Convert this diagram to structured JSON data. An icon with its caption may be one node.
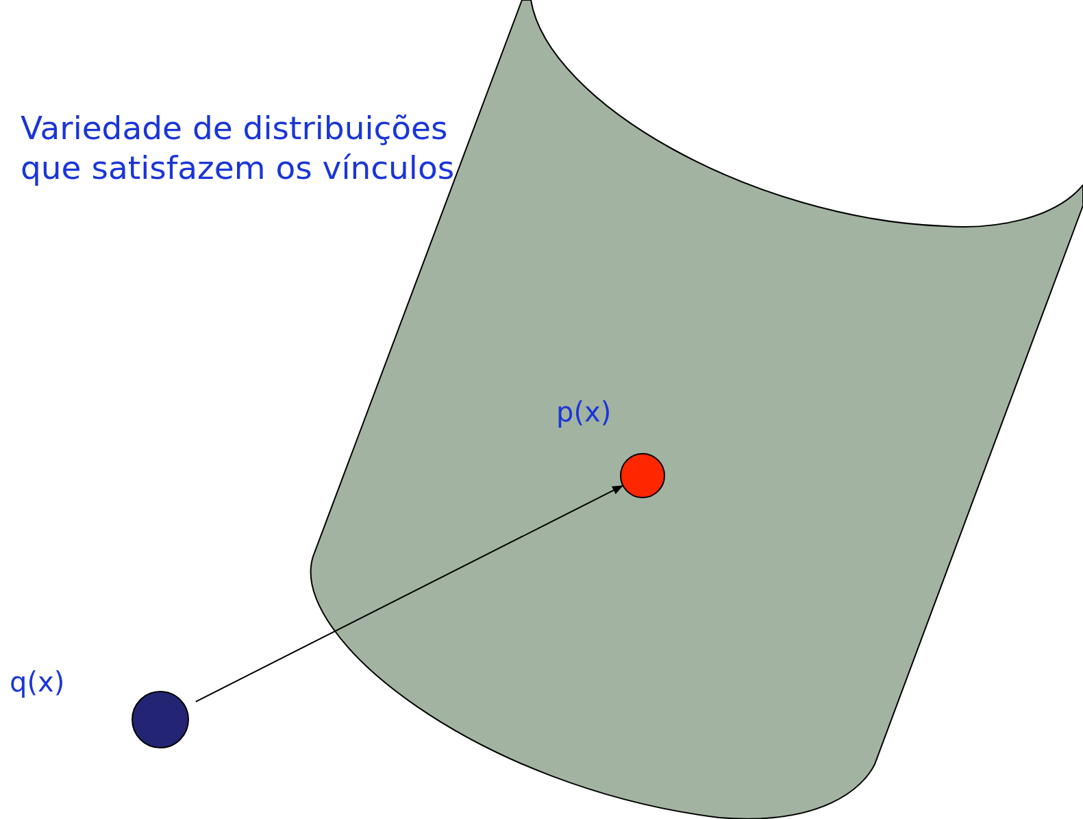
{
  "diagram": {
    "nodes": [
      {
        "text": [],
        "shape": "circle",
        "beside": [
          "p(x)"
        ]
      },
      {
        "text": [],
        "shape": "circle",
        "beside": [
          "q(x)"
        ]
      }
    ],
    "edges": [
      {
        "from": 1,
        "to": 0,
        "arrow": "to"
      }
    ],
    "labels": [
      "Variedade de distribuições que satisfazem os vínculos"
    ]
  }
}
